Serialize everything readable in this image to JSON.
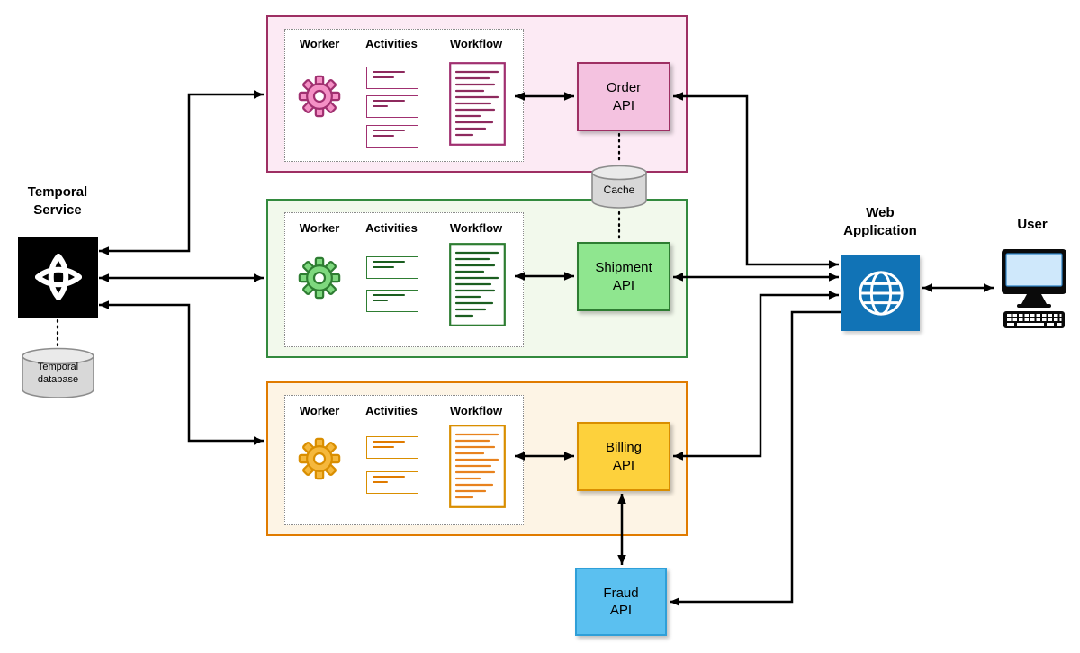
{
  "temporal": {
    "title": "Temporal\nService",
    "database_label": "Temporal\ndatabase"
  },
  "cache_label": "Cache",
  "groups": [
    {
      "worker_label": "Worker",
      "activities_label": "Activities",
      "workflow_label": "Workflow",
      "api_label": "Order\nAPI"
    },
    {
      "worker_label": "Worker",
      "activities_label": "Activities",
      "workflow_label": "Workflow",
      "api_label": "Shipment\nAPI"
    },
    {
      "worker_label": "Worker",
      "activities_label": "Activities",
      "workflow_label": "Workflow",
      "api_label": "Billing\nAPI"
    }
  ],
  "fraud_api_label": "Fraud\nAPI",
  "web_application_label": "Web\nApplication",
  "user_label": "User",
  "colors": {
    "order_accent": "#9e2f63",
    "order_panel": "#fceaf4",
    "order_api": "#f4c2e0",
    "shipment_accent": "#2e7d32",
    "shipment_panel": "#f2f9ec",
    "shipment_api": "#8fe68f",
    "billing_accent": "#e07b00",
    "billing_panel": "#fdf4e5",
    "billing_api": "#fdd13c",
    "fraud_api": "#5bc0f0",
    "web_application": "#1173b6",
    "temporal_service": "#000000",
    "connector": "#000000",
    "cylinder": "#d8d8d8"
  }
}
